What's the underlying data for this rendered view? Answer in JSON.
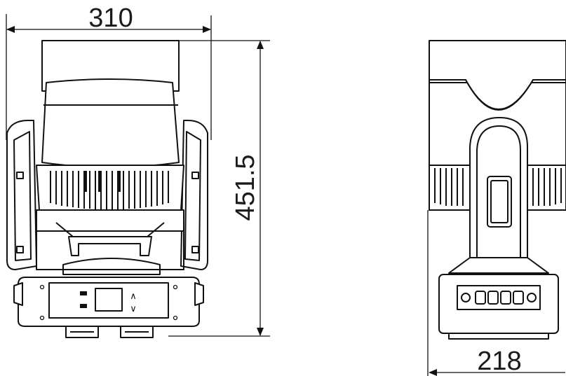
{
  "dimensions": {
    "front_width": "310",
    "height": "451.5",
    "side_width": "218"
  },
  "display": {
    "arrow_up": "∧",
    "arrow_down": "∨"
  },
  "colors": {
    "line": "#111111",
    "background": "#ffffff"
  }
}
